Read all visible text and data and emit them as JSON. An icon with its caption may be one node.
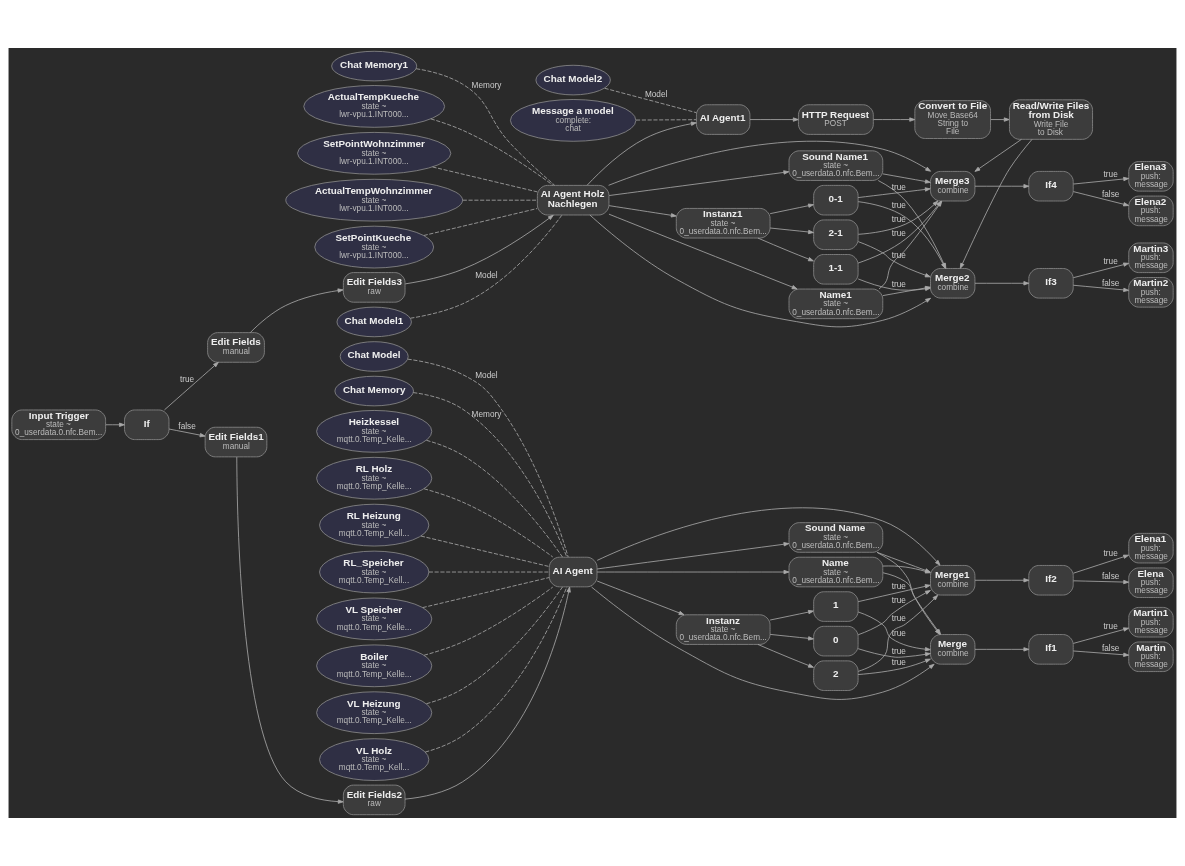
{
  "diagram": {
    "nodes": [
      {
        "text": [
          "Input Trigger",
          "state ~ 0_userdata.0.nfc.Bem..."
        ]
      },
      {
        "text": [
          "If"
        ]
      },
      {
        "text": [
          "Edit Fields",
          "manual"
        ]
      },
      {
        "text": [
          "Edit Fields3",
          "raw"
        ]
      },
      {
        "text": [
          "AI Agent Holz Nachlegen"
        ]
      },
      {
        "text": [
          "Chat Model1"
        ]
      },
      {
        "text": [
          "Chat Memory1"
        ]
      },
      {
        "text": [
          "ActualTempKueche",
          "state ~ lwr-vpu.1.INT000..."
        ]
      },
      {
        "text": [
          "SetPointWohnzimmer",
          "state ~ lwr-vpu.1.INT000..."
        ]
      },
      {
        "text": [
          "ActualTempWohnzimmer",
          "state ~ lwr-vpu.1.INT000..."
        ]
      },
      {
        "text": [
          "SetPointKueche",
          "state ~ lwr-vpu.1.INT000..."
        ]
      },
      {
        "text": [
          "AI Agent1"
        ]
      },
      {
        "text": [
          "Chat Model2"
        ]
      },
      {
        "text": [
          "Message a model",
          "complete: chat"
        ]
      },
      {
        "text": [
          "HTTP Request",
          "POST"
        ]
      },
      {
        "text": [
          "Convert to File",
          "Move Base64 String to File"
        ]
      },
      {
        "text": [
          "Read/Write Files from Disk",
          "Write File to Disk"
        ]
      },
      {
        "text": [
          "Name1",
          "state ~ 0_userdata.0.nfc.Bem..."
        ]
      },
      {
        "text": [
          "Sound Name1",
          "state ~ 0_userdata.0.nfc.Bem..."
        ]
      },
      {
        "text": [
          "Instanz1",
          "state ~ 0_userdata.0.nfc.Bem..."
        ]
      },
      {
        "text": [
          "0-1"
        ]
      },
      {
        "text": [
          "1-1"
        ]
      },
      {
        "text": [
          "2-1"
        ]
      },
      {
        "text": [
          "Merge2",
          "combine"
        ]
      },
      {
        "text": [
          "Merge3",
          "combine"
        ]
      },
      {
        "text": [
          "If3"
        ]
      },
      {
        "text": [
          "If4"
        ]
      },
      {
        "text": [
          "Martin3",
          "push: message"
        ]
      },
      {
        "text": [
          "Martin2",
          "push: message"
        ]
      },
      {
        "text": [
          "Elena3",
          "push: message"
        ]
      },
      {
        "text": [
          "Elena2",
          "push: message"
        ]
      },
      {
        "text": [
          "Edit Fields1",
          "manual"
        ]
      },
      {
        "text": [
          "Edit Fields2",
          "raw"
        ]
      },
      {
        "text": [
          "AI Agent"
        ]
      },
      {
        "text": [
          "Chat Model"
        ]
      },
      {
        "text": [
          "Chat Memory"
        ]
      },
      {
        "text": [
          "Heizkessel",
          "state ~ mqtt.0.Temp_Kelle..."
        ]
      },
      {
        "text": [
          "RL Holz",
          "state ~ mqtt.0.Temp_Kelle..."
        ]
      },
      {
        "text": [
          "RL Heizung",
          "state ~ mqtt.0.Temp_Kell..."
        ]
      },
      {
        "text": [
          "RL_Speicher",
          "state ~ mqtt.0.Temp_Kell..."
        ]
      },
      {
        "text": [
          "VL Speicher",
          "state ~ mqtt.0.Temp_Kelle..."
        ]
      },
      {
        "text": [
          "Boiler",
          "state ~ mqtt.0.Temp_Kelle..."
        ]
      },
      {
        "text": [
          "VL Heizung",
          "state ~ mqtt.0.Temp_Kelle..."
        ]
      },
      {
        "text": [
          "VL Holz",
          "state ~ mqtt.0.Temp_Kell..."
        ]
      },
      {
        "text": [
          "Name",
          "state ~ 0_userdata.0.nfc.Bem..."
        ]
      },
      {
        "text": [
          "Sound Name",
          "state ~ 0_userdata.0.nfc.Bem..."
        ]
      },
      {
        "text": [
          "Instanz",
          "state ~ 0_userdata.0.nfc.Bem..."
        ]
      },
      {
        "text": [
          "0"
        ]
      },
      {
        "text": [
          "1"
        ]
      },
      {
        "text": [
          "2"
        ]
      },
      {
        "text": [
          "Merge",
          "combine"
        ]
      },
      {
        "text": [
          "Merge1",
          "combine"
        ]
      },
      {
        "text": [
          "If1"
        ]
      },
      {
        "text": [
          "If2"
        ]
      },
      {
        "text": [
          "Martin1",
          "push: message"
        ]
      },
      {
        "text": [
          "Martin",
          "push: message"
        ]
      },
      {
        "text": [
          "Elena1",
          "push: message"
        ]
      },
      {
        "text": [
          "Elena",
          "push: message"
        ]
      }
    ],
    "edges": [
      {
        "from": 0,
        "to": 1,
        "arrow": "to"
      },
      {
        "from": 1,
        "to": 2,
        "arrow": "to",
        "label": "true"
      },
      {
        "from": 1,
        "to": 31,
        "arrow": "to",
        "label": "false"
      },
      {
        "from": 2,
        "to": 3,
        "arrow": "to"
      },
      {
        "from": 3,
        "to": 4,
        "arrow": "to"
      },
      {
        "from": 5,
        "to": 4,
        "arrow": "none",
        "style": "dashed",
        "label": "Model"
      },
      {
        "from": 6,
        "to": 4,
        "arrow": "none",
        "style": "dashed",
        "label": "Memory"
      },
      {
        "from": 7,
        "to": 4,
        "arrow": "none",
        "style": "dashed"
      },
      {
        "from": 8,
        "to": 4,
        "arrow": "none",
        "style": "dashed"
      },
      {
        "from": 9,
        "to": 4,
        "arrow": "none",
        "style": "dashed"
      },
      {
        "from": 10,
        "to": 4,
        "arrow": "none",
        "style": "dashed"
      },
      {
        "from": 4,
        "to": 11,
        "arrow": "to"
      },
      {
        "from": 4,
        "to": 17,
        "arrow": "to"
      },
      {
        "from": 4,
        "to": 18,
        "arrow": "to"
      },
      {
        "from": 4,
        "to": 19,
        "arrow": "to"
      },
      {
        "from": 4,
        "to": 23,
        "arrow": "to"
      },
      {
        "from": 4,
        "to": 24,
        "arrow": "to"
      },
      {
        "from": 12,
        "to": 11,
        "arrow": "none",
        "style": "dashed",
        "label": "Model"
      },
      {
        "from": 13,
        "to": 11,
        "arrow": "none",
        "style": "dashed"
      },
      {
        "from": 11,
        "to": 14,
        "arrow": "to"
      },
      {
        "from": 14,
        "to": 15,
        "arrow": "to"
      },
      {
        "from": 15,
        "to": 16,
        "arrow": "to"
      },
      {
        "from": 16,
        "to": 23,
        "arrow": "to"
      },
      {
        "from": 16,
        "to": 24,
        "arrow": "to"
      },
      {
        "from": 17,
        "to": 23,
        "arrow": "to"
      },
      {
        "from": 17,
        "to": 24,
        "arrow": "to"
      },
      {
        "from": 18,
        "to": 23,
        "arrow": "to"
      },
      {
        "from": 18,
        "to": 24,
        "arrow": "to"
      },
      {
        "from": 19,
        "to": 20,
        "arrow": "to"
      },
      {
        "from": 19,
        "to": 21,
        "arrow": "to"
      },
      {
        "from": 19,
        "to": 22,
        "arrow": "to"
      },
      {
        "from": 20,
        "to": 23,
        "arrow": "to",
        "label": "true"
      },
      {
        "from": 20,
        "to": 24,
        "arrow": "to",
        "label": "true"
      },
      {
        "from": 21,
        "to": 23,
        "arrow": "to",
        "label": "true"
      },
      {
        "from": 21,
        "to": 24,
        "arrow": "to",
        "label": "true"
      },
      {
        "from": 22,
        "to": 23,
        "arrow": "to",
        "label": "true"
      },
      {
        "from": 22,
        "to": 24,
        "arrow": "to",
        "label": "true"
      },
      {
        "from": 23,
        "to": 25,
        "arrow": "to"
      },
      {
        "from": 24,
        "to": 26,
        "arrow": "to"
      },
      {
        "from": 25,
        "to": 27,
        "arrow": "to",
        "label": "true"
      },
      {
        "from": 25,
        "to": 28,
        "arrow": "to",
        "label": "false"
      },
      {
        "from": 26,
        "to": 29,
        "arrow": "to",
        "label": "true"
      },
      {
        "from": 26,
        "to": 30,
        "arrow": "to",
        "label": "false"
      },
      {
        "from": 31,
        "to": 32,
        "arrow": "to"
      },
      {
        "from": 32,
        "to": 33,
        "arrow": "to"
      },
      {
        "from": 34,
        "to": 33,
        "arrow": "none",
        "style": "dashed",
        "label": "Model"
      },
      {
        "from": 35,
        "to": 33,
        "arrow": "none",
        "style": "dashed",
        "label": "Memory"
      },
      {
        "from": 36,
        "to": 33,
        "arrow": "none",
        "style": "dashed"
      },
      {
        "from": 37,
        "to": 33,
        "arrow": "none",
        "style": "dashed"
      },
      {
        "from": 38,
        "to": 33,
        "arrow": "none",
        "style": "dashed"
      },
      {
        "from": 39,
        "to": 33,
        "arrow": "none",
        "style": "dashed"
      },
      {
        "from": 40,
        "to": 33,
        "arrow": "none",
        "style": "dashed"
      },
      {
        "from": 41,
        "to": 33,
        "arrow": "none",
        "style": "dashed"
      },
      {
        "from": 42,
        "to": 33,
        "arrow": "none",
        "style": "dashed"
      },
      {
        "from": 43,
        "to": 33,
        "arrow": "none",
        "style": "dashed"
      },
      {
        "from": 33,
        "to": 44,
        "arrow": "to"
      },
      {
        "from": 33,
        "to": 45,
        "arrow": "to"
      },
      {
        "from": 33,
        "to": 46,
        "arrow": "to"
      },
      {
        "from": 33,
        "to": 50,
        "arrow": "to"
      },
      {
        "from": 33,
        "to": 51,
        "arrow": "to"
      },
      {
        "from": 44,
        "to": 50,
        "arrow": "to"
      },
      {
        "from": 44,
        "to": 51,
        "arrow": "to"
      },
      {
        "from": 45,
        "to": 50,
        "arrow": "to"
      },
      {
        "from": 45,
        "to": 51,
        "arrow": "to"
      },
      {
        "from": 46,
        "to": 47,
        "arrow": "to"
      },
      {
        "from": 46,
        "to": 48,
        "arrow": "to"
      },
      {
        "from": 46,
        "to": 49,
        "arrow": "to"
      },
      {
        "from": 47,
        "to": 50,
        "arrow": "to",
        "label": "true"
      },
      {
        "from": 47,
        "to": 51,
        "arrow": "to",
        "label": "true"
      },
      {
        "from": 48,
        "to": 50,
        "arrow": "to",
        "label": "true"
      },
      {
        "from": 48,
        "to": 51,
        "arrow": "to",
        "label": "true"
      },
      {
        "from": 49,
        "to": 50,
        "arrow": "to",
        "label": "true"
      },
      {
        "from": 49,
        "to": 51,
        "arrow": "to",
        "label": "true"
      },
      {
        "from": 50,
        "to": 52,
        "arrow": "to"
      },
      {
        "from": 51,
        "to": 53,
        "arrow": "to"
      },
      {
        "from": 52,
        "to": 54,
        "arrow": "to",
        "label": "true"
      },
      {
        "from": 52,
        "to": 55,
        "arrow": "to",
        "label": "false"
      },
      {
        "from": 53,
        "to": 56,
        "arrow": "to",
        "label": "true"
      },
      {
        "from": 53,
        "to": 57,
        "arrow": "to",
        "label": "false"
      }
    ]
  }
}
